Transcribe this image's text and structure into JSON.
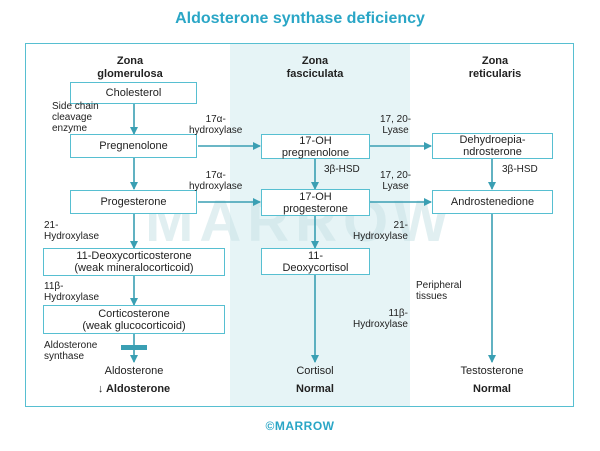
{
  "title": "Aldosterone synthase deficiency",
  "watermark": "MARROW",
  "footer": {
    "symbol": "©",
    "brand": "MARROW"
  },
  "zones": {
    "glomerulosa": [
      "Zona",
      "glomerulosa"
    ],
    "fasciculata": [
      "Zona",
      "fasciculata"
    ],
    "reticularis": [
      "Zona",
      "reticularis"
    ]
  },
  "boxes": {
    "cholesterol": [
      "Cholesterol"
    ],
    "pregnenolone": [
      "Pregnenolone"
    ],
    "progesterone": [
      "Progesterone"
    ],
    "deoxycorticosterone": [
      "11-Deoxycorticosterone",
      "(weak mineralocorticoid)"
    ],
    "corticosterone": [
      "Corticosterone",
      "(weak glucocorticoid)"
    ],
    "oh_pregnenolone": [
      "17-OH",
      "pregnenolone"
    ],
    "oh_progesterone": [
      "17-OH",
      "progesterone"
    ],
    "deoxycortisol": [
      "11-",
      "Deoxycortisol"
    ],
    "dhea": [
      "Dehydroepia-",
      "ndrosterone"
    ],
    "androstenedione": [
      "Androstenedione"
    ]
  },
  "enzymes": {
    "side_chain": [
      "Side chain",
      "cleavage",
      "enzyme"
    ],
    "hydroxylase_17a_1": [
      "17α-",
      "hydroxylase"
    ],
    "lyase_1": [
      "17, 20-",
      "Lyase"
    ],
    "hsd_3b_1": "3β-HSD",
    "hsd_3b_2": "3β-HSD",
    "hydroxylase_17a_2": [
      "17α-",
      "hydroxylase"
    ],
    "lyase_2": [
      "17, 20-",
      "Lyase"
    ],
    "hydroxylase_21_1": [
      "21-",
      "Hydroxylase"
    ],
    "hydroxylase_21_2": [
      "21-",
      "Hydroxylase"
    ],
    "hydroxylase_11b_1": [
      "11β-",
      "Hydroxylase"
    ],
    "hydroxylase_11b_2": [
      "11β-",
      "Hydroxylase"
    ],
    "aldosterone_synthase": [
      "Aldosterone",
      "synthase"
    ],
    "peripheral": [
      "Peripheral",
      "tissues"
    ]
  },
  "outputs": {
    "aldosterone": "Aldosterone",
    "cortisol": "Cortisol",
    "testosterone": "Testosterone"
  },
  "results": {
    "aldosterone": "↓ Aldosterone",
    "cortisol": "Normal",
    "testosterone": "Normal"
  },
  "colors": {
    "accent": "#2aa6c6",
    "line": "#57bfd1",
    "arrow": "#3a9fb3",
    "band": "#e6f4f6",
    "block": "#3a9fb3"
  }
}
